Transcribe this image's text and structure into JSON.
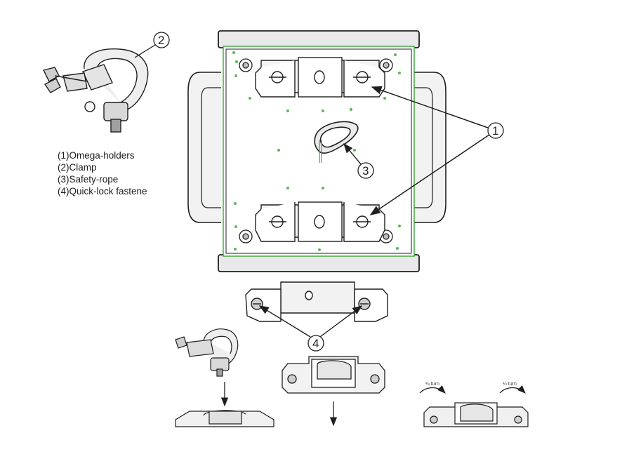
{
  "callouts": {
    "c1": "1",
    "c2": "2",
    "c3": "3",
    "c4": "4"
  },
  "legend": [
    {
      "text": "(1)Omega-holders"
    },
    {
      "text": "(2)Clamp"
    },
    {
      "text": "(3)Safety-rope"
    },
    {
      "text": "(4)Quick-lock fastene"
    }
  ],
  "turn_notes": {
    "left": "¼ turn",
    "right": "¼ turn"
  },
  "colors": {
    "line": "#1f1f1f",
    "housing_accent": "#3aa53a",
    "part_fill": "#e6e6e6",
    "dark_part": "#9a9a9a"
  }
}
